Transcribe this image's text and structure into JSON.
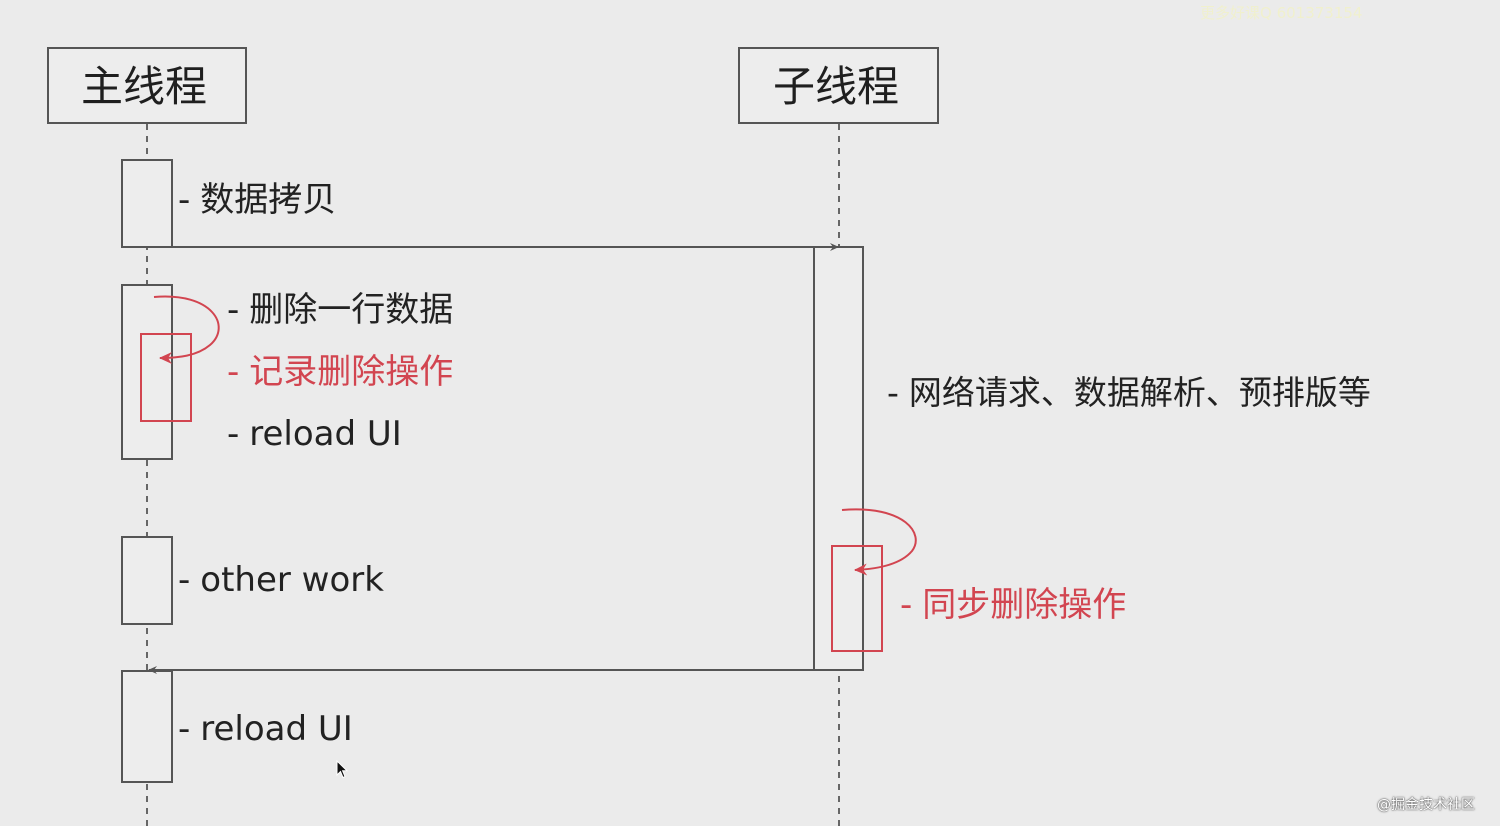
{
  "diagram": {
    "participants": {
      "main_thread": "主线程",
      "child_thread": "子线程"
    },
    "main_steps": {
      "data_copy": "数据拷贝",
      "delete_row": "删除一行数据",
      "record_delete": "记录删除操作",
      "reload_ui_first": "reload UI",
      "other_work": "other work",
      "reload_ui_second": "reload UI"
    },
    "child_steps": {
      "background_work": "网络请求、数据解析、预排版等",
      "sync_delete": "同步删除操作"
    },
    "dash": "-"
  },
  "watermarks": {
    "top": "更多好课Q 601373154",
    "bottom_right": "@掘金技术社区"
  },
  "colors": {
    "background": "#ebebeb",
    "line": "#555555",
    "accent_red": "#d24550",
    "text": "#222222"
  },
  "icons": {
    "cursor": "mouse-pointer-icon"
  }
}
